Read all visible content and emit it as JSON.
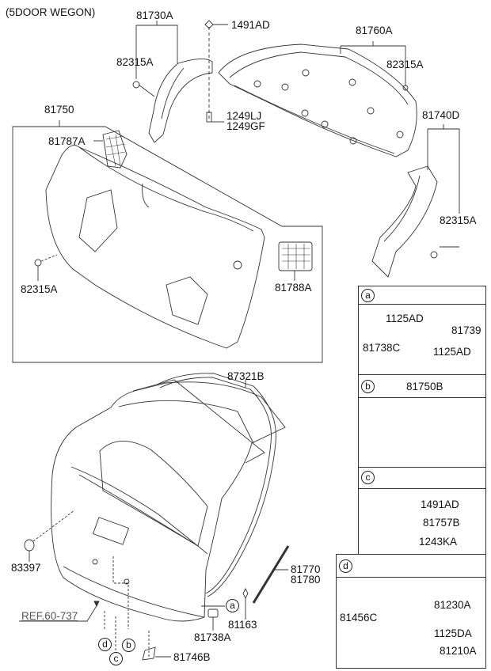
{
  "title": "(5DOOR WEGON)",
  "labels": {
    "p81730A": "81730A",
    "p1491AD_top": "1491AD",
    "p82315A_a": "82315A",
    "p1249LJ": "1249LJ",
    "p1249GF": "1249GF",
    "p81760A": "81760A",
    "p82315A_b": "82315A",
    "p81740D": "81740D",
    "p82315A_c": "82315A",
    "p81750": "81750",
    "p81787A": "81787A",
    "p82315A_d": "82315A",
    "p81788A": "81788A",
    "p87321B": "87321B",
    "p83397": "83397",
    "p81770": "81770",
    "p81780": "81780",
    "p81163": "81163",
    "p81738A": "81738A",
    "p81746B": "81746B",
    "ref": "REF.60-737"
  },
  "callouts": {
    "a": "a",
    "b": "b",
    "c": "c",
    "d": "d"
  },
  "detail_boxes": {
    "a": {
      "letter": "a",
      "parts": [
        "1125AD",
        "81739",
        "81738C",
        "1125AD"
      ]
    },
    "b": {
      "letter": "b",
      "title": "81750B"
    },
    "c": {
      "letter": "c",
      "parts": [
        "1491AD",
        "81757B",
        "1243KA"
      ]
    },
    "d": {
      "letter": "d",
      "parts": [
        "81230A",
        "81456C",
        "1125DA",
        "81210A"
      ]
    }
  }
}
